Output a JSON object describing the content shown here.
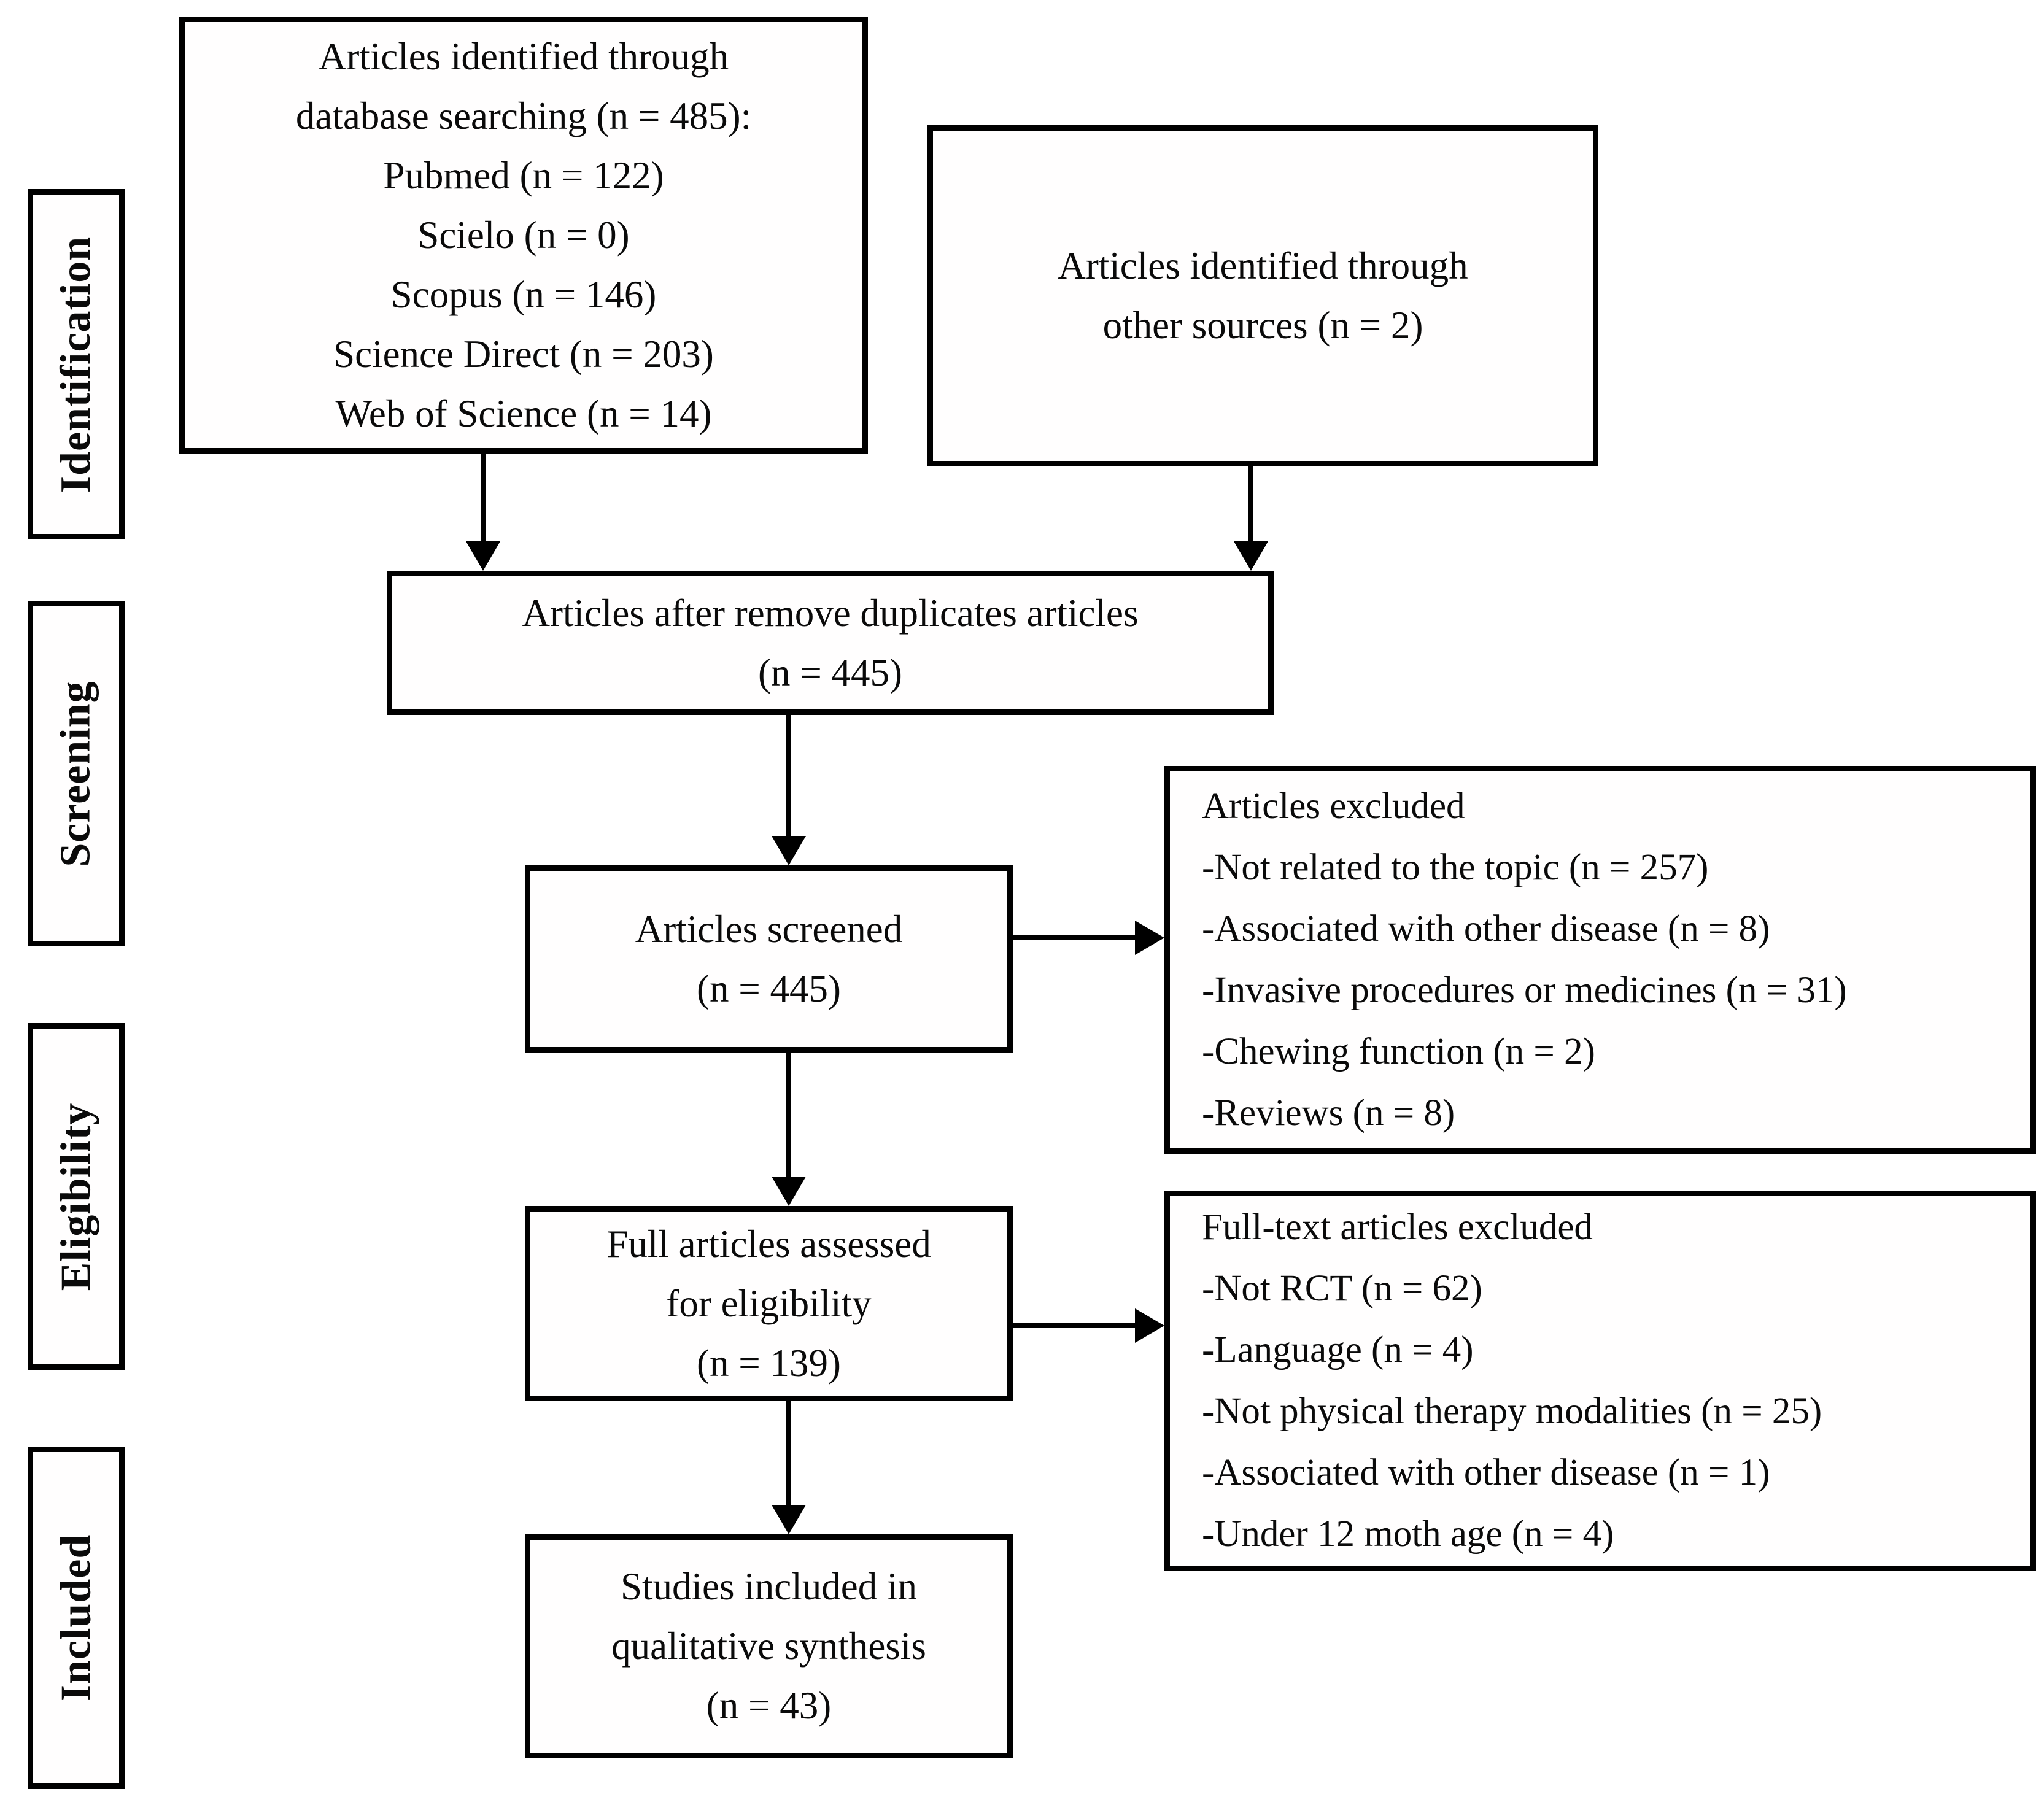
{
  "stages": [
    {
      "label": "Identification"
    },
    {
      "label": "Screening"
    },
    {
      "label": "Eligibility"
    },
    {
      "label": "Included"
    }
  ],
  "boxes": {
    "identified_db": {
      "lines": [
        "Articles identified through",
        "database searching (n = 485):",
        "Pubmed (n = 122)",
        "Scielo (n = 0)",
        "Scopus (n = 146)",
        "Science Direct (n = 203)",
        "Web of Science (n = 14)"
      ]
    },
    "identified_other": {
      "lines": [
        "Articles identified through",
        "other sources (n = 2)"
      ]
    },
    "after_duplicates": {
      "lines": [
        "Articles after remove duplicates articles",
        "(n = 445)"
      ]
    },
    "screened": {
      "lines": [
        "Articles screened",
        "(n = 445)"
      ]
    },
    "excluded_screening": {
      "title": "Articles excluded",
      "items": [
        "-Not related to the topic (n = 257)",
        "-Associated with other disease (n = 8)",
        "-Invasive procedures or medicines (n = 31)",
        "-Chewing function (n = 2)",
        "-Reviews (n = 8)"
      ]
    },
    "full_text_assessed": {
      "lines": [
        "Full articles assessed",
        "for eligibility",
        "(n = 139)"
      ]
    },
    "excluded_full_text": {
      "title": "Full-text articles excluded",
      "items": [
        "-Not RCT (n = 62)",
        "-Language (n = 4)",
        "-Not physical therapy modalities (n = 25)",
        "-Associated with other disease (n = 1)",
        "-Under 12 moth age (n = 4)"
      ]
    },
    "included": {
      "lines": [
        "Studies included in",
        "qualitative synthesis",
        "(n = 43)"
      ]
    }
  },
  "colors": {
    "line": "#000000",
    "background": "#ffffff",
    "text": "#0a0a0a"
  }
}
